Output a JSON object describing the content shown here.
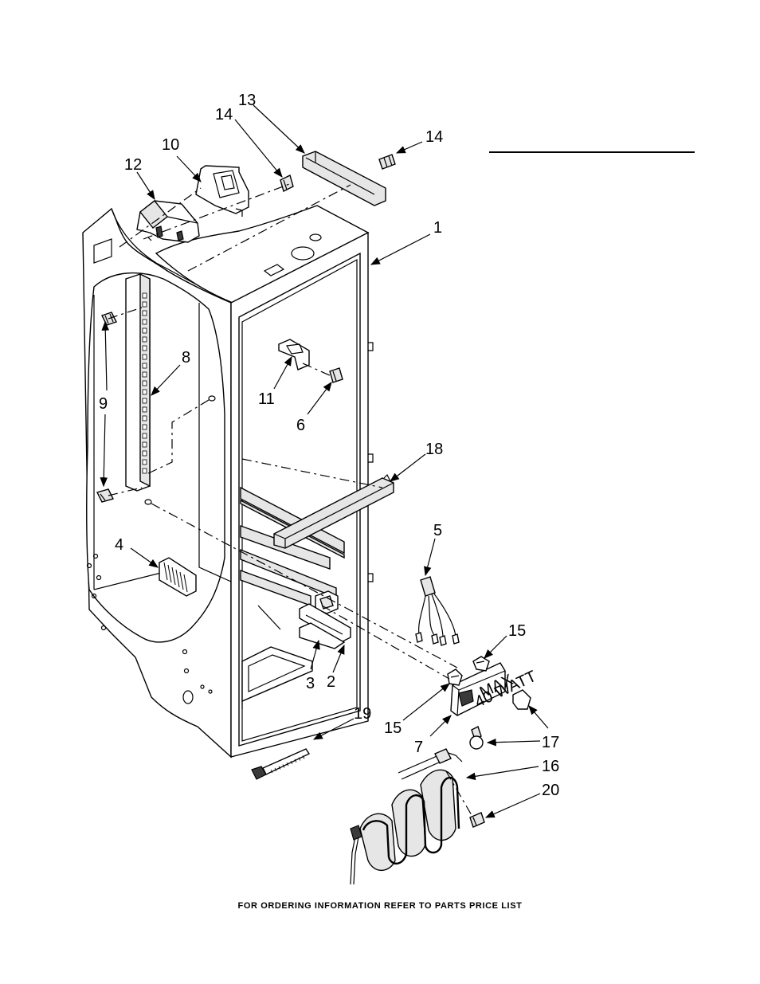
{
  "callouts": [
    {
      "id": "c13",
      "text": "13"
    },
    {
      "id": "c14a",
      "text": "14"
    },
    {
      "id": "c14b",
      "text": "14"
    },
    {
      "id": "c10",
      "text": "10"
    },
    {
      "id": "c12",
      "text": "12"
    },
    {
      "id": "c1",
      "text": "1"
    },
    {
      "id": "c8",
      "text": "8"
    },
    {
      "id": "c9",
      "text": "9"
    },
    {
      "id": "c11",
      "text": "11"
    },
    {
      "id": "c6",
      "text": "6"
    },
    {
      "id": "c18",
      "text": "18"
    },
    {
      "id": "c5",
      "text": "5"
    },
    {
      "id": "c4",
      "text": "4"
    },
    {
      "id": "c15a",
      "text": "15"
    },
    {
      "id": "c15b",
      "text": "15"
    },
    {
      "id": "c3",
      "text": "3"
    },
    {
      "id": "c2",
      "text": "2"
    },
    {
      "id": "c19",
      "text": "19"
    },
    {
      "id": "c7",
      "text": "7"
    },
    {
      "id": "c17",
      "text": "17"
    },
    {
      "id": "c16",
      "text": "16"
    },
    {
      "id": "c20",
      "text": "20"
    }
  ],
  "part_markings": {
    "lamp_socket_line1": "MAX",
    "lamp_socket_line2": "40 WATT"
  },
  "footer": "FOR ORDERING INFORMATION REFER TO PARTS PRICE LIST"
}
